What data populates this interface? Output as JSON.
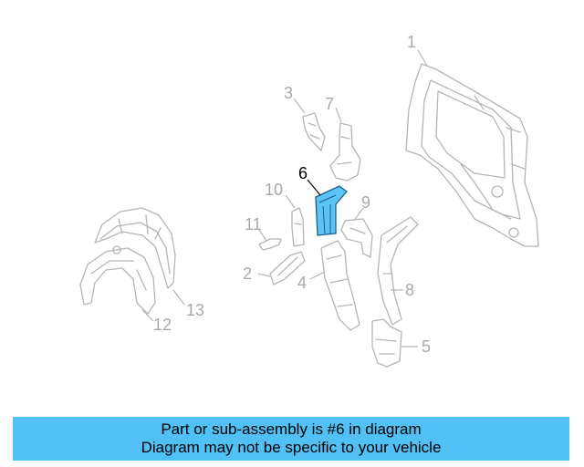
{
  "highlight_color": "#5bc4f4",
  "callouts": {
    "c1": "1",
    "c2": "2",
    "c3": "3",
    "c4": "4",
    "c5": "5",
    "c6": "6",
    "c7": "7",
    "c8": "8",
    "c9": "9",
    "c10": "10",
    "c11": "11",
    "c12": "12",
    "c13": "13"
  },
  "banner": {
    "line1": "Part or sub-assembly is #6 in diagram",
    "line2": "Diagram may not be specific to your vehicle"
  }
}
